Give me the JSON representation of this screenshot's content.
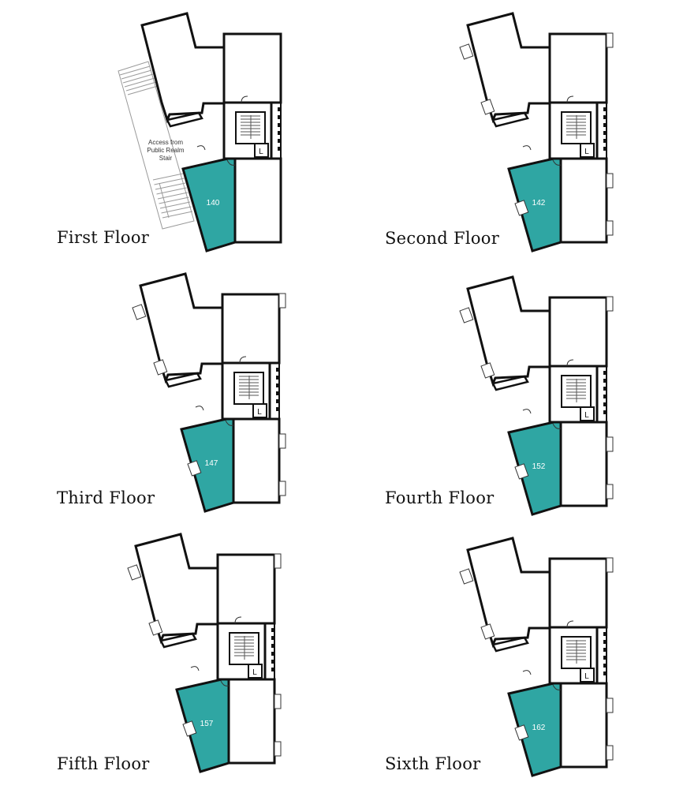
{
  "colors": {
    "highlight": "#2fa6a3",
    "wall": "#111111",
    "stair_hatch": "#555555"
  },
  "floors": [
    {
      "label": "First Floor",
      "unit": "140",
      "access_text": [
        "Access from",
        "Public Realm",
        "Stair"
      ],
      "lift_symbol": "L"
    },
    {
      "label": "Second Floor",
      "unit": "142",
      "lift_symbol": "L"
    },
    {
      "label": "Third Floor",
      "unit": "147",
      "lift_symbol": "L"
    },
    {
      "label": "Fourth Floor",
      "unit": "152",
      "lift_symbol": "L"
    },
    {
      "label": "Fifth Floor",
      "unit": "157",
      "lift_symbol": "L"
    },
    {
      "label": "Sixth Floor",
      "unit": "162",
      "lift_symbol": "L"
    }
  ]
}
